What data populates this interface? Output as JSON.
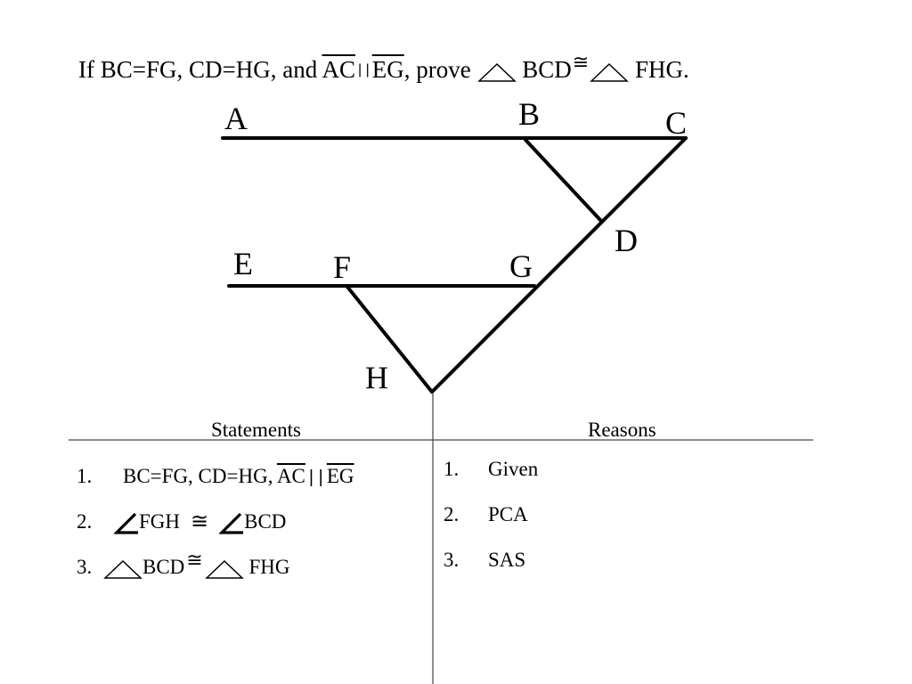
{
  "problem": {
    "prefix": "If BC=FG, CD=HG, and",
    "seg1": "AC",
    "seg2": "EG",
    "mid": ", prove",
    "tri1": "BCD",
    "tri2": "FHG."
  },
  "figure": {
    "points": {
      "A": "A",
      "B": "B",
      "C": "C",
      "D": "D",
      "E": "E",
      "F": "F",
      "G": "G",
      "H": "H"
    }
  },
  "table": {
    "statements_header": "Statements",
    "reasons_header": "Reasons",
    "statements": [
      {
        "num": "1.",
        "prefix": "BC=FG, CD=HG,",
        "seg1": "AC",
        "seg2": "EG"
      },
      {
        "num": "2.",
        "a": "FGH",
        "b": "BCD"
      },
      {
        "num": "3.",
        "a": "BCD",
        "b": "FHG"
      }
    ],
    "reasons": [
      {
        "num": "1.",
        "text": "Given"
      },
      {
        "num": "2.",
        "text": "PCA"
      },
      {
        "num": "3.",
        "text": "SAS"
      }
    ]
  }
}
